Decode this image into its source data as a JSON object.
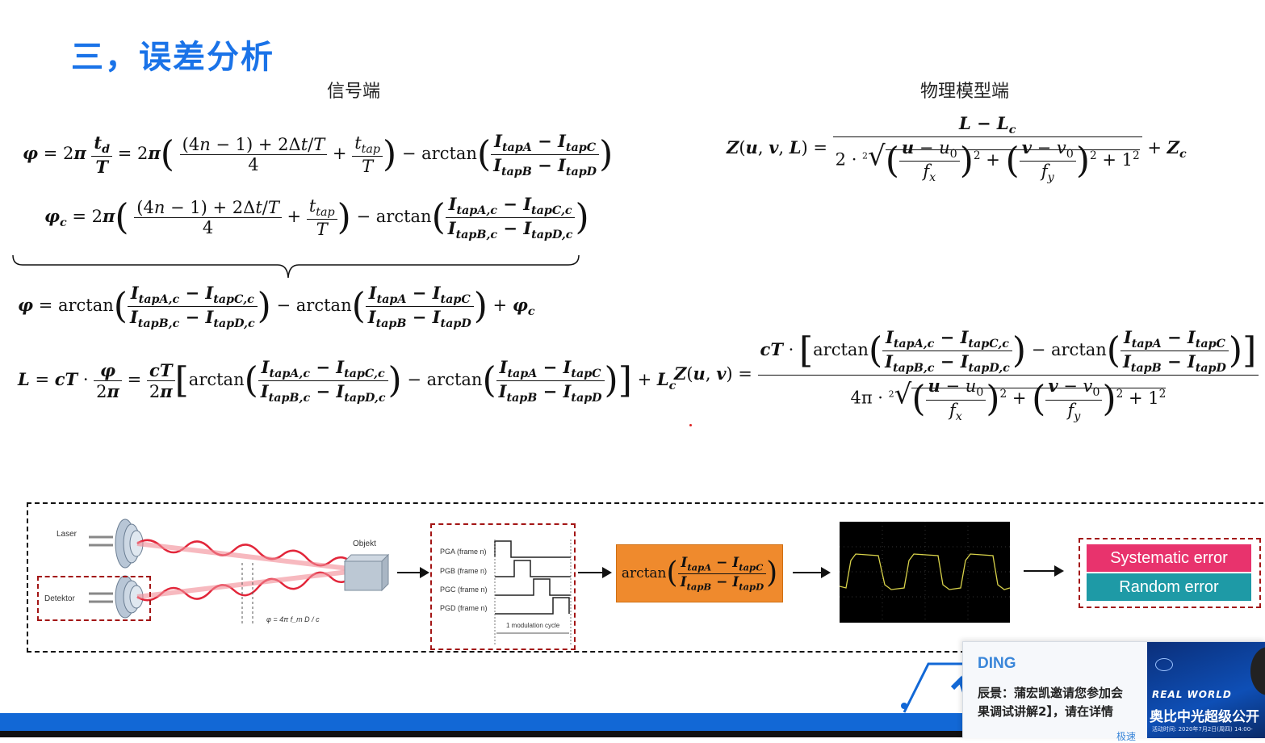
{
  "title": "三，误差分析",
  "left_heading": "信号端",
  "right_heading": "物理模型端",
  "diagram": {
    "laser_label": "Laser",
    "detector_label": "Detektor",
    "object_label": "Objekt",
    "phase_formula": "φ = 4π f_m D / c",
    "pga": "PGA (frame n)",
    "pgb": "PGB (frame n)",
    "pgc": "PGC (frame n)",
    "pgd": "PGD (frame n)",
    "cycle": "1 modulation cycle",
    "arctan": "arctan",
    "systematic": "Systematic error",
    "random": "Random error"
  },
  "notification": {
    "app": "DING",
    "line1": "辰景：蒲宏凯邀请您参加会",
    "line2": "果调试讲解2】，请在详情",
    "banner_title": "REAL WORLD",
    "banner_sub": "奥比中光超级公开",
    "banner_date": "活动时间: 2020年7月2日(周四) 14:00-",
    "footer": "极速"
  },
  "colors": {
    "title_blue": "#1a73e8",
    "systematic_bg": "#e8336d",
    "random_bg": "#1e9aa6",
    "arctan_box": "#ef8a2d",
    "bottom_bar": "#1268d6"
  }
}
